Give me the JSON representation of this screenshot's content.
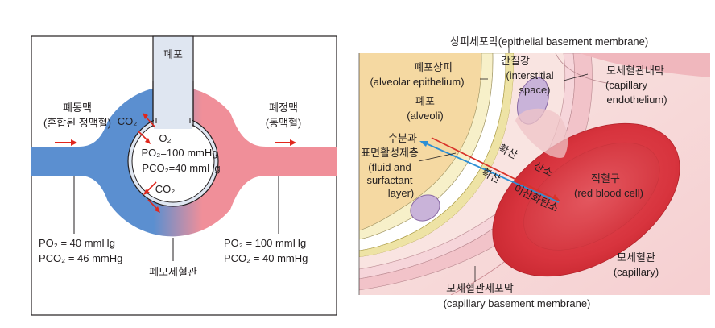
{
  "left_panel": {
    "alveolus_label": "폐포",
    "pulmonary_artery_label": "폐동맥",
    "pulmonary_artery_sub": "(혼합된 정맥혈)",
    "pulmonary_vein_label": "폐정맥",
    "pulmonary_vein_sub": "(동맥혈)",
    "co2_top": "CO₂",
    "o2": "O₂",
    "po2_inside": "PO₂=100 mmHg",
    "pco2_inside": "PCO₂=40 mmHg",
    "co2_bottom": "CO₂",
    "venous_po2": "PO₂ = 40 mmHg",
    "venous_pco2": "PCO₂ = 46 mmHg",
    "arterial_po2": "PO₂ = 100 mmHg",
    "arterial_pco2": "PCO₂ = 40 mmHg",
    "capillary_label": "폐모세혈관",
    "colors": {
      "venous": "#5b8fd0",
      "arterial": "#f08f99",
      "alveolus_fill": "#dfe6f1",
      "flow_arrow": "#e0261c"
    }
  },
  "right_panel": {
    "epithelial_bm_label": "상피세포막(epithelial basement membrane)",
    "alveolar_epithelium_ko": "폐포상피",
    "alveolar_epithelium_en": "(alveolar epithelium)",
    "interstitial_ko": "간질강",
    "interstitial_en_1": "(interstitial",
    "interstitial_en_2": "space)",
    "capillary_endothelium_ko": "모세혈관내막",
    "capillary_endothelium_en_1": "(capillary",
    "capillary_endothelium_en_2": "endothelium)",
    "alveoli_ko": "폐포",
    "alveoli_en": "(alveoli)",
    "fluid_layer_ko_1": "수분과",
    "fluid_layer_ko_2": "표면활성제층",
    "fluid_layer_en_1": "(fluid and",
    "fluid_layer_en_2": "surfactant",
    "fluid_layer_en_3": "layer)",
    "diffusion_1": "확산",
    "oxygen": "산소",
    "diffusion_2": "확산",
    "carbon_dioxide": "이산화탄소",
    "rbc_ko": "적혈구",
    "rbc_en": "(red blood cell)",
    "capillary_ko": "모세혈관",
    "capillary_en": "(capillary)",
    "capillary_bm_ko": "모세혈관세포막",
    "capillary_bm_en": "(capillary basement membrane)",
    "colors": {
      "alveolar_air": "#f5d9a2",
      "capillary_bg": "#f3b2b6",
      "rbc": "#de3a44",
      "o2_arrow": "#d8332a",
      "co2_arrow": "#2d8fd5"
    }
  }
}
